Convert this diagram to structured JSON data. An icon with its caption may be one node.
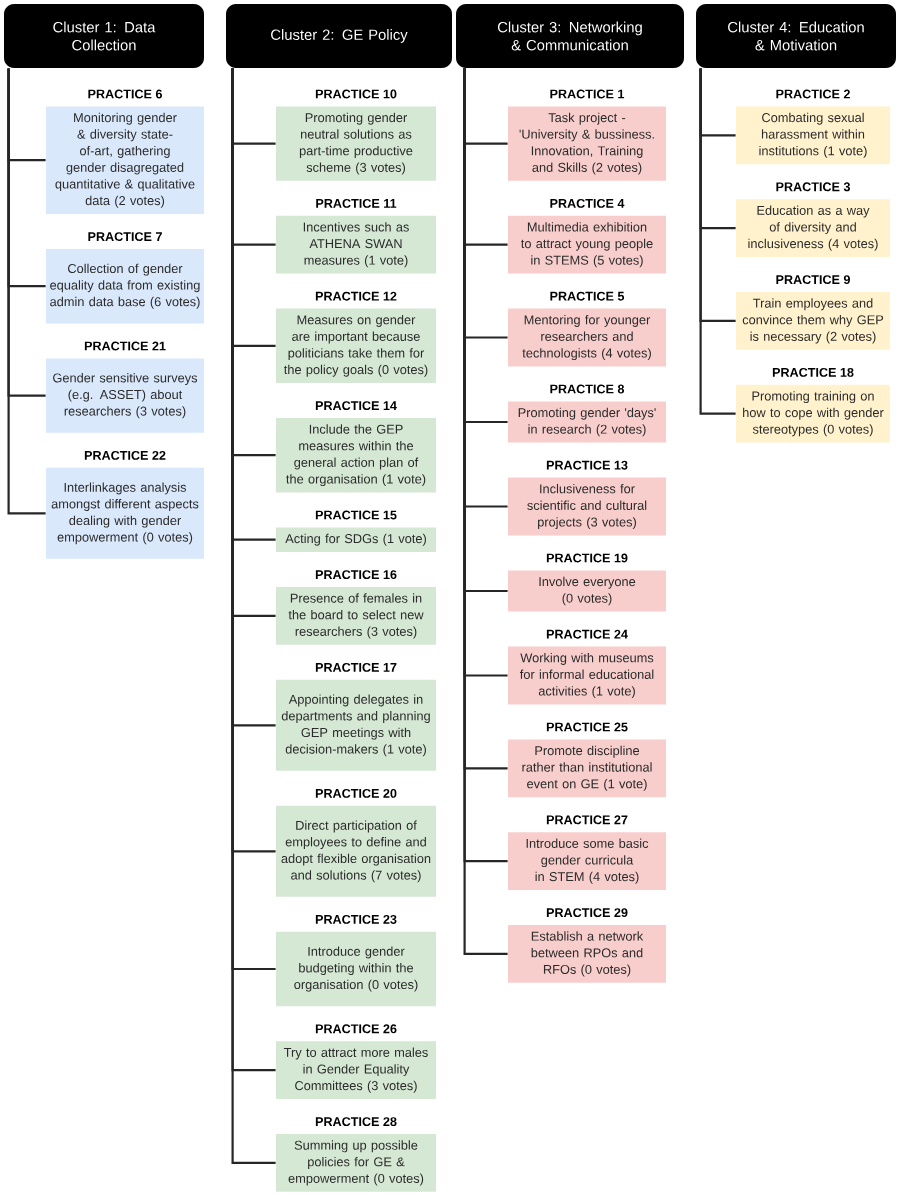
{
  "diagram": {
    "nodes": [
      {
        "text": [
          "Cluster 1: Data Collection"
        ]
      },
      {
        "text": [
          "PRACTICE 6",
          "Monitoring gender & diversity state-of-art, gathering gender disagregated quantitative & qualitative data (2 votes)"
        ]
      },
      {
        "text": [
          "PRACTICE 7",
          "Collection of gender equality data from existing admin data base (6 votes)"
        ]
      },
      {
        "text": [
          "PRACTICE 21",
          "Gender sensitive surveys (e.g. ASSET) about researchers (3 votes)"
        ]
      },
      {
        "text": [
          "PRACTICE 22",
          "Interlinkages analysis amongst different aspects dealing with gender empowerment (0 votes)"
        ]
      },
      {
        "text": [
          "Cluster 2: GE Policy"
        ]
      },
      {
        "text": [
          "PRACTICE 10",
          "Promoting gender neutral solutions as part-time productive scheme (3 votes)"
        ]
      },
      {
        "text": [
          "PRACTICE 11",
          "Incentives such as ATHENA SWAN measures (1 vote)"
        ]
      },
      {
        "text": [
          "PRACTICE 12",
          "Measures on gender are important because politicians take them for the policy goals (0 votes)"
        ]
      },
      {
        "text": [
          "PRACTICE 14",
          "Include the GEP measures within the general action plan of the organisation (1 vote)"
        ]
      },
      {
        "text": [
          "PRACTICE 15",
          "Acting for SDGs (1 vote)"
        ]
      },
      {
        "text": [
          "PRACTICE 16",
          "Presence of females in the board to select new researchers (3 votes)"
        ]
      },
      {
        "text": [
          "PRACTICE 17",
          "Appointing delegates in departments and planning GEP meetings with decision-makers (1 vote)"
        ]
      },
      {
        "text": [
          "PRACTICE 20",
          "Direct participation of employees to define and adopt flexible organisation and solutions (7 votes)"
        ]
      },
      {
        "text": [
          "PRACTICE 23",
          "Introduce gender budgeting within the organisation (0 votes)"
        ]
      },
      {
        "text": [
          "PRACTICE 26",
          "Try to attract more males in Gender Equality Committees (3 votes)"
        ]
      },
      {
        "text": [
          "PRACTICE 28",
          "Summing up possible policies for GE & empowerment (0 votes)"
        ]
      },
      {
        "text": [
          "Cluster 3: Networking & Communication"
        ]
      },
      {
        "text": [
          "PRACTICE 1",
          "Task project - 'University & bussiness. Innovation, Training and Skills (2 votes)"
        ]
      },
      {
        "text": [
          "PRACTICE 4",
          "Multimedia exhibition to attract young people in STEMS (5 votes)"
        ]
      },
      {
        "text": [
          "PRACTICE 5",
          "Mentoring for younger researchers and technologists (4 votes)"
        ]
      },
      {
        "text": [
          "PRACTICE 8",
          "Promoting gender 'days' in research (2 votes)"
        ]
      },
      {
        "text": [
          "PRACTICE 13",
          "Inclusiveness for scientific and cultural projects (3 votes)"
        ]
      },
      {
        "text": [
          "PRACTICE 19",
          "Involve everyone (0 votes)"
        ]
      },
      {
        "text": [
          "PRACTICE 24",
          "Working with museums for informal educational activities (1 vote)"
        ]
      },
      {
        "text": [
          "PRACTICE 25",
          "Promote discipline rather than institutional event on GE (1 vote)"
        ]
      },
      {
        "text": [
          "PRACTICE 27",
          "Introduce some basic gender curricula in STEM (4 votes)"
        ]
      },
      {
        "text": [
          "PRACTICE 29",
          "Establish a network between RPOs and RFOs (0 votes)"
        ]
      },
      {
        "text": [
          "Cluster 4: Education & Motivation"
        ]
      },
      {
        "text": [
          "PRACTICE 2",
          "Combating sexual harassment within institutions (1 vote)"
        ]
      },
      {
        "text": [
          "PRACTICE 3",
          "Education as a way of diversity and inclusiveness (4 votes)"
        ]
      },
      {
        "text": [
          "PRACTICE 9",
          "Train employees and convince them why GEP is necessary (2 votes)"
        ]
      },
      {
        "text": [
          "PRACTICE 18",
          "Promoting training on how to cope with gender stereotypes (0 votes)"
        ]
      }
    ],
    "edges": [
      {
        "from": 0,
        "to": 1,
        "arrow": "none"
      },
      {
        "from": 0,
        "to": 2,
        "arrow": "none"
      },
      {
        "from": 0,
        "to": 3,
        "arrow": "none"
      },
      {
        "from": 0,
        "to": 4,
        "arrow": "none"
      },
      {
        "from": 5,
        "to": 6,
        "arrow": "none"
      },
      {
        "from": 5,
        "to": 7,
        "arrow": "none"
      },
      {
        "from": 5,
        "to": 8,
        "arrow": "none"
      },
      {
        "from": 5,
        "to": 9,
        "arrow": "none"
      },
      {
        "from": 5,
        "to": 10,
        "arrow": "none"
      },
      {
        "from": 5,
        "to": 11,
        "arrow": "none"
      },
      {
        "from": 5,
        "to": 12,
        "arrow": "none"
      },
      {
        "from": 5,
        "to": 13,
        "arrow": "none"
      },
      {
        "from": 5,
        "to": 14,
        "arrow": "none"
      },
      {
        "from": 5,
        "to": 15,
        "arrow": "none"
      },
      {
        "from": 5,
        "to": 16,
        "arrow": "none"
      },
      {
        "from": 17,
        "to": 18,
        "arrow": "none"
      },
      {
        "from": 17,
        "to": 19,
        "arrow": "none"
      },
      {
        "from": 17,
        "to": 20,
        "arrow": "none"
      },
      {
        "from": 17,
        "to": 21,
        "arrow": "none"
      },
      {
        "from": 17,
        "to": 22,
        "arrow": "none"
      },
      {
        "from": 17,
        "to": 23,
        "arrow": "none"
      },
      {
        "from": 17,
        "to": 24,
        "arrow": "none"
      },
      {
        "from": 17,
        "to": 25,
        "arrow": "none"
      },
      {
        "from": 17,
        "to": 26,
        "arrow": "none"
      },
      {
        "from": 17,
        "to": 27,
        "arrow": "none"
      },
      {
        "from": 28,
        "to": 29,
        "arrow": "none"
      },
      {
        "from": 28,
        "to": 30,
        "arrow": "none"
      },
      {
        "from": 28,
        "to": 31,
        "arrow": "none"
      },
      {
        "from": 28,
        "to": 32,
        "arrow": "none"
      }
    ]
  }
}
